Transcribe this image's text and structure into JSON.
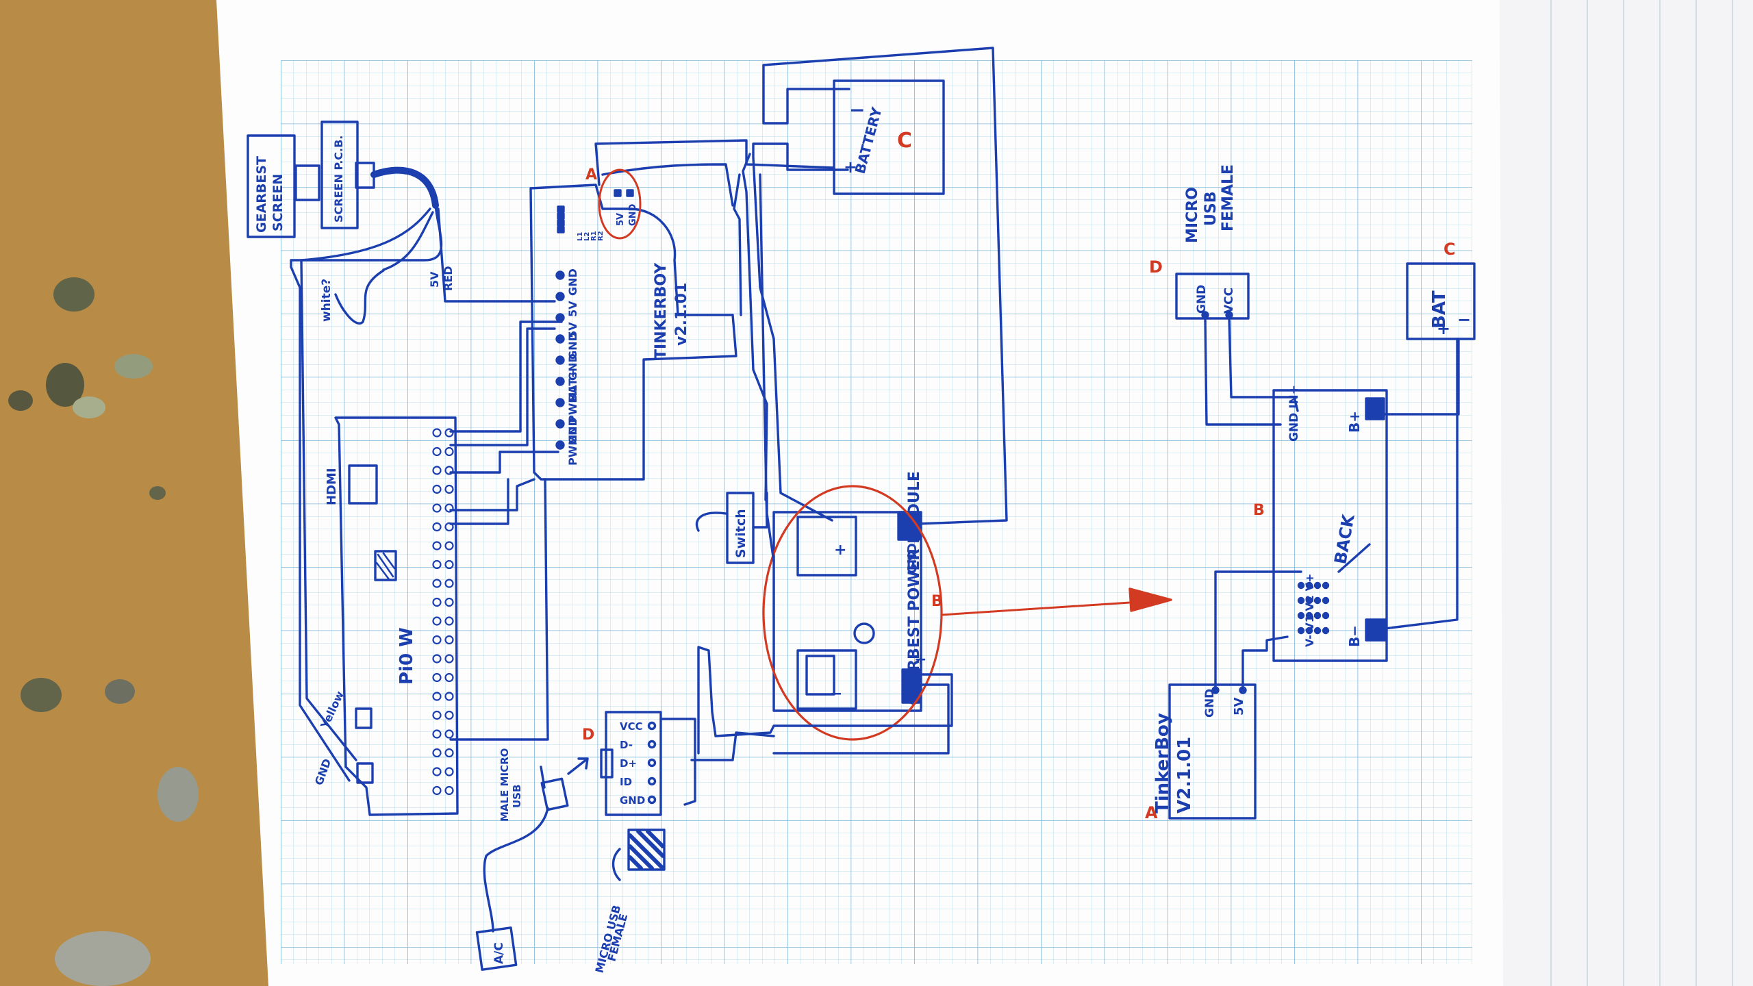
{
  "screen": {
    "l1": "GEARBEST",
    "l2": "SCREEN",
    "pcb": "SCREEN P.C.B."
  },
  "wires": {
    "white": "white?",
    "red_l1": "5V",
    "red_l2": "RED",
    "yellow": "Yellow",
    "gnd": "GND"
  },
  "tinkerboy": {
    "marker": "A",
    "title_l1": "TINKERBOY",
    "title_l2": "v2.1.01",
    "pins": [
      "GND",
      "5V",
      "5V",
      "GND",
      "GND",
      "BAT+",
      "PWM1",
      "GND",
      "PWM0"
    ],
    "top_pins": [
      "L1",
      "L2",
      "R1",
      "R2"
    ],
    "top_pins_red": [
      "5V",
      "GND"
    ]
  },
  "pi": {
    "label": "Pi0 W",
    "hdmi": "HDMI"
  },
  "battery": {
    "label": "BATTERY",
    "minus": "−",
    "plus": "+",
    "marker": "C"
  },
  "switch": {
    "label": "Switch"
  },
  "power_module": {
    "label": "GEARBEST POWER MODULE",
    "gnd": "GND",
    "plus": "+",
    "marker": "B",
    "minus_sym": "−",
    "plus_sym": "+"
  },
  "usb_breakout": {
    "marker": "D",
    "pins": [
      "VCC",
      "D-",
      "D+",
      "ID",
      "GND"
    ]
  },
  "male_usb": {
    "l1": "MALE MICRO",
    "l2": "USB"
  },
  "ac": {
    "label": "A/C"
  },
  "female_usb_note": {
    "l1": "MICRO USB",
    "l2": "FEMALE"
  },
  "detail": {
    "tinkerboy": {
      "marker": "A",
      "l1": "TinkerBoy",
      "l2": "V2.1.01",
      "gnd": "GND",
      "v5": "5V"
    },
    "micro_usb": {
      "marker": "D",
      "l1": "MICRO",
      "l2": "USB",
      "l3": "FEMALE",
      "gnd": "GND",
      "vcc": "VCC"
    },
    "module": {
      "marker": "B",
      "pins_in": "GND  IN+",
      "b_plus": "B+",
      "b_minus": "B−",
      "out": "V-  V1  V2  V+",
      "note": "BACK"
    },
    "bat": {
      "marker": "C",
      "label": "BAT",
      "plus": "+",
      "minus": "−"
    }
  },
  "colors": {
    "ink": "#1c3fb0",
    "red": "#d23a22",
    "grid": "#9ccbe6",
    "paper": "#fdfdfd",
    "desk": "#b88c46"
  }
}
